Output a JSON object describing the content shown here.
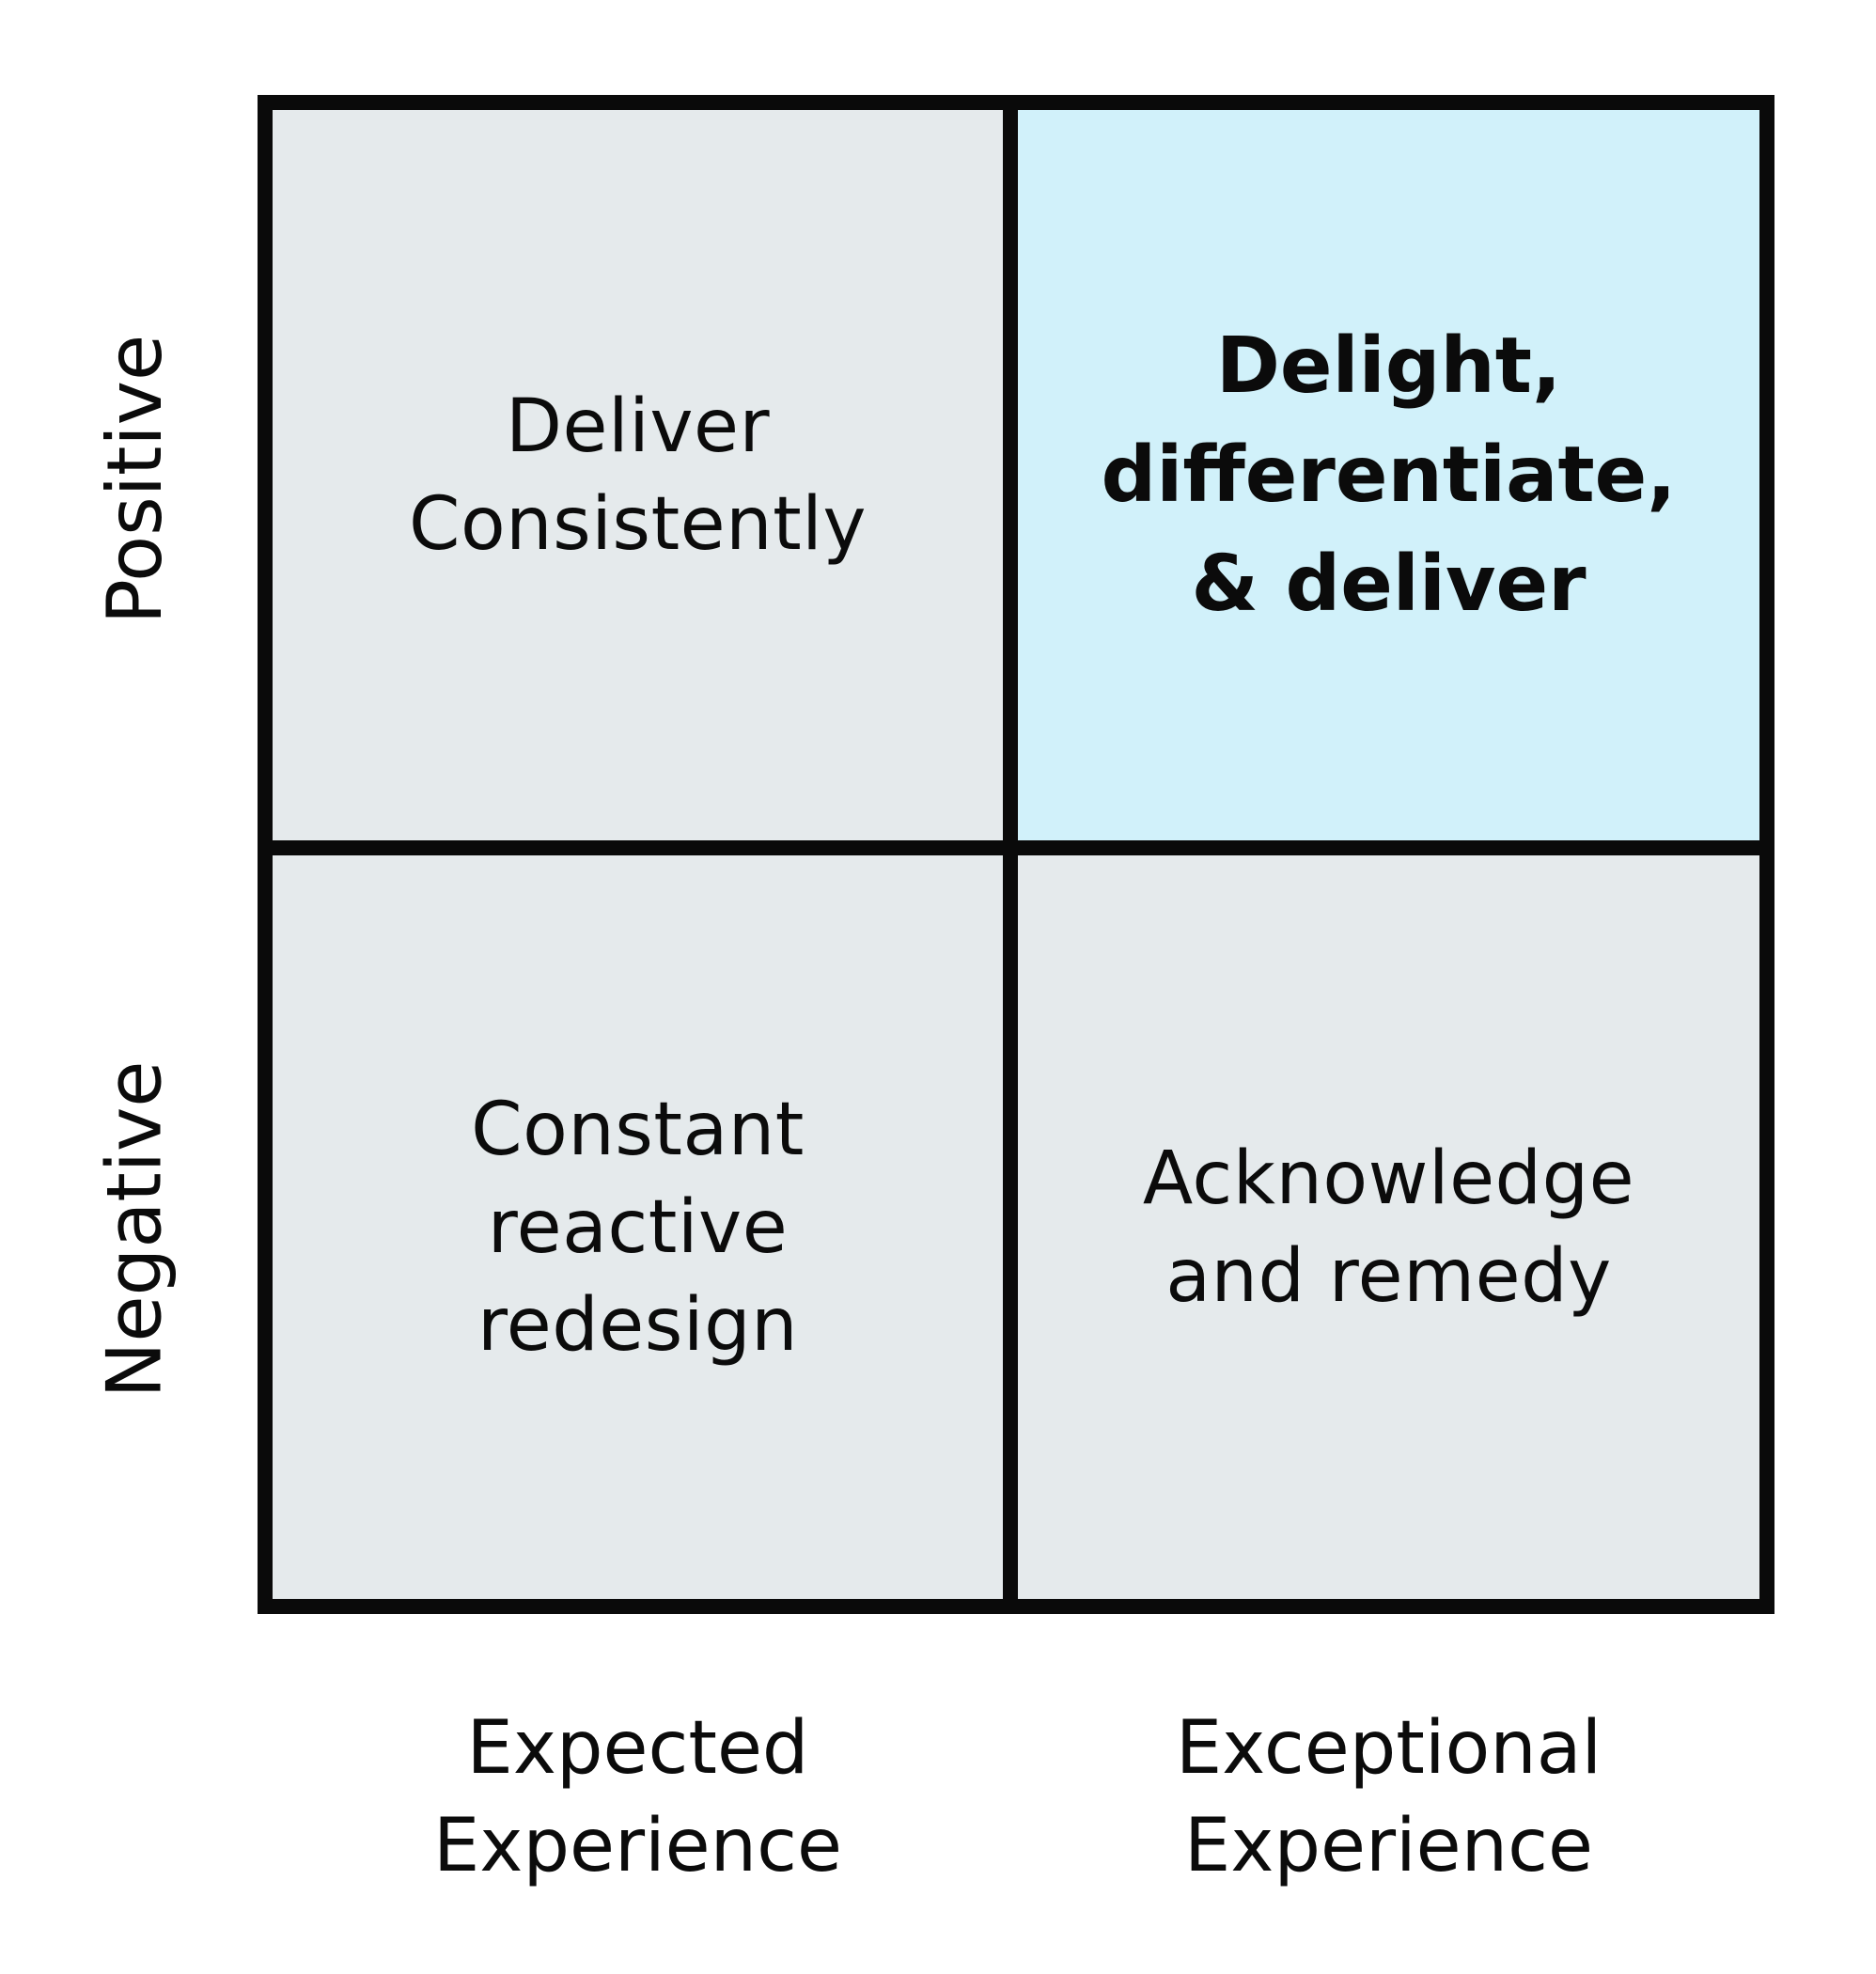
{
  "colors": {
    "grid_line": "#0a0a0a",
    "quadrant_default": "#e5eaec",
    "quadrant_highlight": "#d1f1fa",
    "text": "#0b0b0b"
  },
  "rows": [
    {
      "label": "Positive"
    },
    {
      "label": "Negative"
    }
  ],
  "columns": [
    {
      "label": "Expected\nExperience"
    },
    {
      "label": "Exceptional\nExperience"
    }
  ],
  "quadrants": {
    "top_left": {
      "text": "Deliver\nConsistently",
      "highlighted": false
    },
    "top_right": {
      "text": "Delight,\ndifferentiate,\n& deliver",
      "highlighted": true
    },
    "bottom_left": {
      "text": "Constant\nreactive\nredesign",
      "highlighted": false
    },
    "bottom_right": {
      "text": "Acknowledge\nand remedy",
      "highlighted": false
    }
  }
}
